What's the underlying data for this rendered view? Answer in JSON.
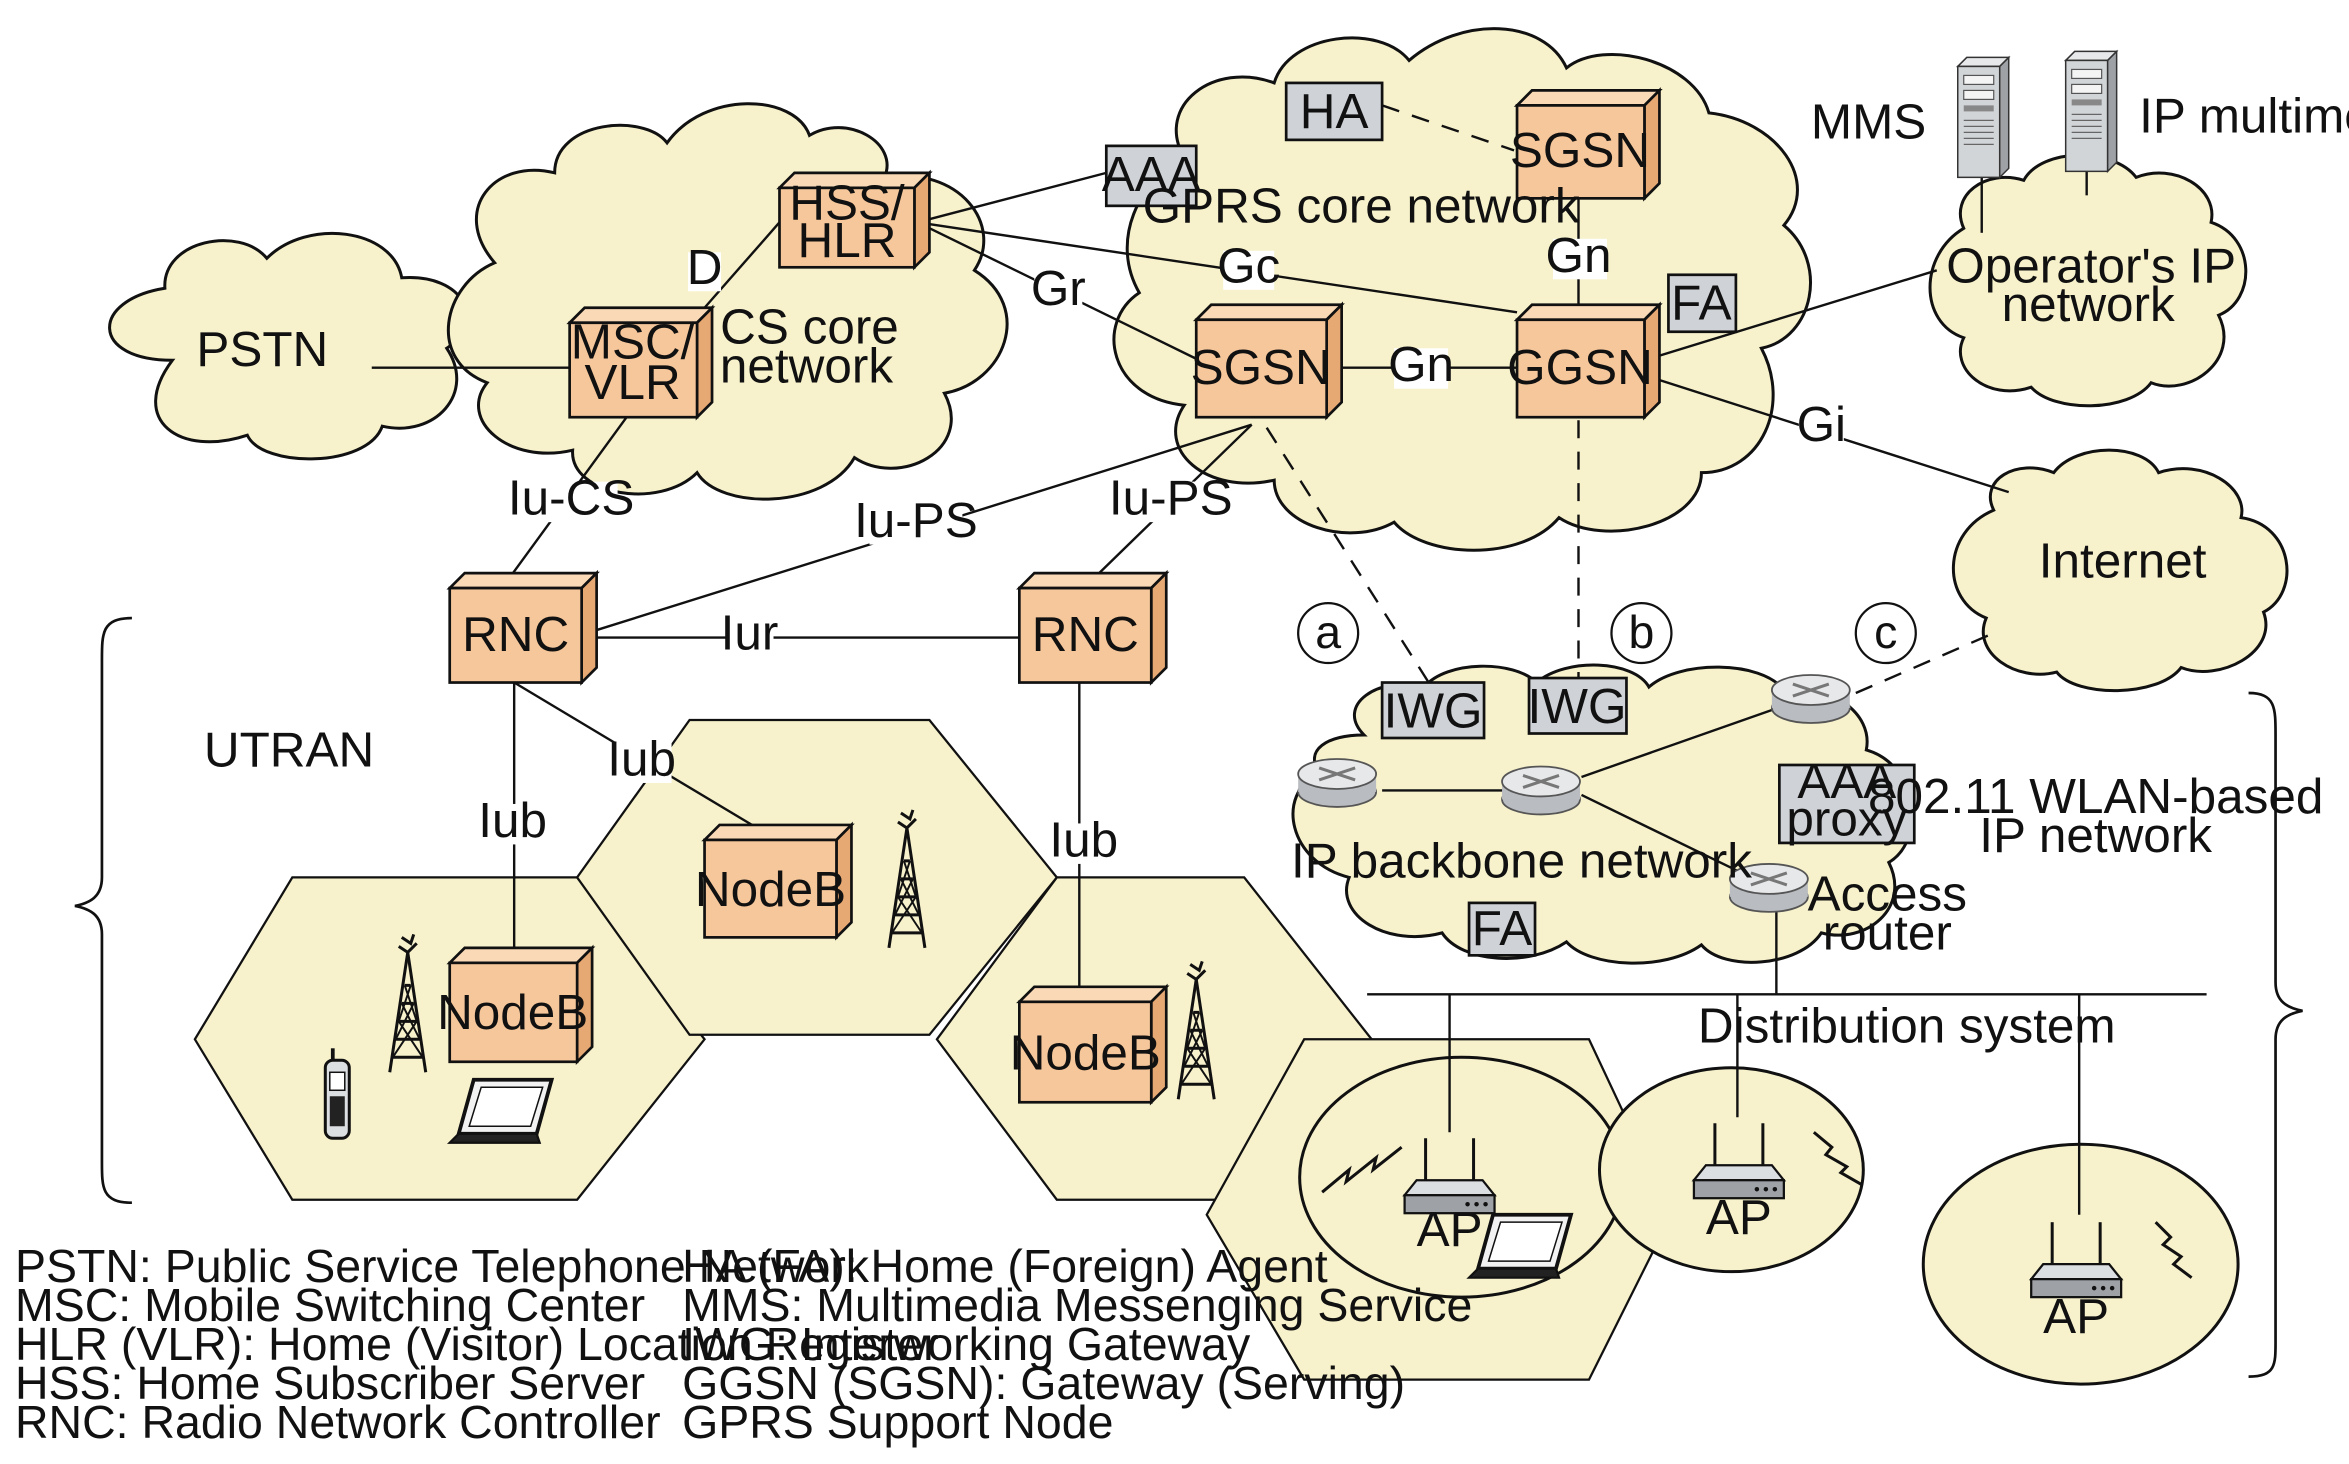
{
  "clouds": {
    "pstn": "PSTN",
    "cs_core": [
      "CS core",
      "network"
    ],
    "gprs_core": "GPRS core network",
    "operator_ip": [
      "Operator's IP",
      "network"
    ],
    "internet": "Internet",
    "ip_backbone": "IP backbone network"
  },
  "nodes": {
    "msc_vlr": [
      "MSC/",
      "VLR"
    ],
    "hss_hlr": [
      "HSS/",
      "HLR"
    ],
    "sgsn_main": "SGSN",
    "sgsn_top": "SGSN",
    "ggsn": "GGSN",
    "rnc_left": "RNC",
    "rnc_right": "RNC",
    "nodeb_1": "NodeB",
    "nodeb_2": "NodeB",
    "nodeb_3": "NodeB"
  },
  "boxes": {
    "ha": "HA",
    "aaa": "AAA",
    "fa_core": "FA",
    "iwg_1": "IWG",
    "iwg_2": "IWG",
    "aaa_proxy": [
      "AAA",
      "proxy"
    ],
    "fa_backbone": "FA"
  },
  "interfaces": {
    "d": "D",
    "gr": "Gr",
    "gc": "Gc",
    "gn_vertical": "Gn",
    "gn_horizontal": "Gn",
    "gi": "Gi",
    "iu_cs": "Iu-CS",
    "iu_ps_left": "Iu-PS",
    "iu_ps_right": "Iu-PS",
    "iur": "Iur",
    "iub_1": "Iub",
    "iub_2": "Iub",
    "iub_3": "Iub"
  },
  "servers": {
    "mms": "MMS",
    "ip_multimedia": "IP multimedia"
  },
  "options": {
    "a": "a",
    "b": "b",
    "c": "c"
  },
  "regions": {
    "utran": "UTRAN",
    "wlan": [
      "802.11 WLAN-based",
      "IP network"
    ],
    "access_router": [
      "Access",
      "router"
    ],
    "distribution": "Distribution system"
  },
  "access_points": {
    "ap_1": "AP",
    "ap_2": "AP",
    "ap_3": "AP"
  },
  "legend": {
    "left": [
      "PSTN: Public Service Telephone Network",
      "MSC: Mobile Switching Center",
      "HLR (VLR): Home (Visitor) Location Register",
      "HSS: Home Subscriber Server",
      "RNC: Radio Network Controller"
    ],
    "right": [
      "HA (FA): Home (Foreign) Agent",
      "MMS: Multimedia Messenging Service",
      "IWG: Interworking Gateway",
      "GGSN (SGSN): Gateway (Serving)",
      "GPRS Support Node"
    ]
  },
  "colors": {
    "cloud_fill": "#f7f2cc",
    "node_fill": "#f6c79b",
    "box_fill": "#cfd2d6",
    "cell_fill": "#f7f2cc",
    "stroke": "#111111"
  }
}
